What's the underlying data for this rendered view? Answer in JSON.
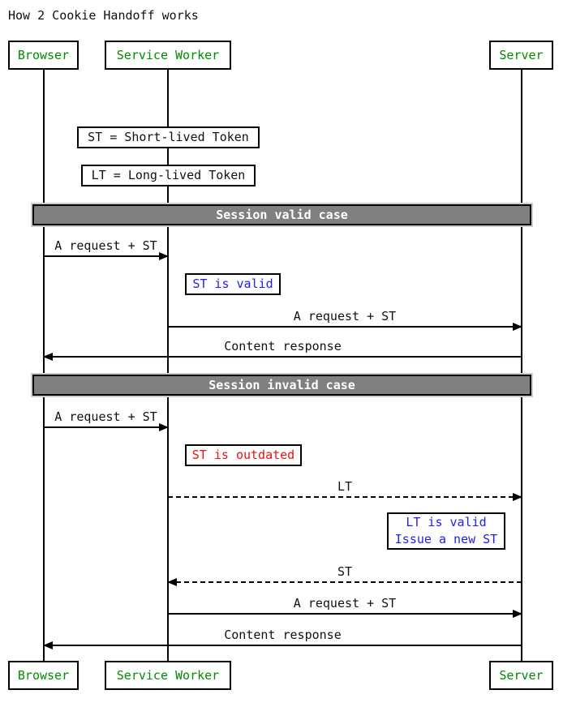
{
  "title": "How 2 Cookie Handoff works",
  "participants": {
    "browser": "Browser",
    "service_worker": "Service Worker",
    "server": "Server"
  },
  "legend": {
    "st": "ST = Short-lived Token",
    "lt": "LT = Long-lived Token"
  },
  "dividers": {
    "valid": "Session valid case",
    "invalid": "Session invalid case"
  },
  "messages": [
    "A request + ST",
    "A request + ST",
    "Content response",
    "A request + ST",
    "LT",
    "ST",
    "A request + ST",
    "Content response"
  ],
  "notes": {
    "st_valid": "ST is valid",
    "st_outdated": "ST is outdated",
    "lt_valid_line1": "LT is valid",
    "lt_valid_line2": "Issue a new ST"
  },
  "colors": {
    "participant_text": "#008c00",
    "note_blue": "#2020ee",
    "note_red": "#ee1111",
    "divider_bg": "#808080",
    "divider_text": "#ffffff",
    "line": "#000000"
  }
}
